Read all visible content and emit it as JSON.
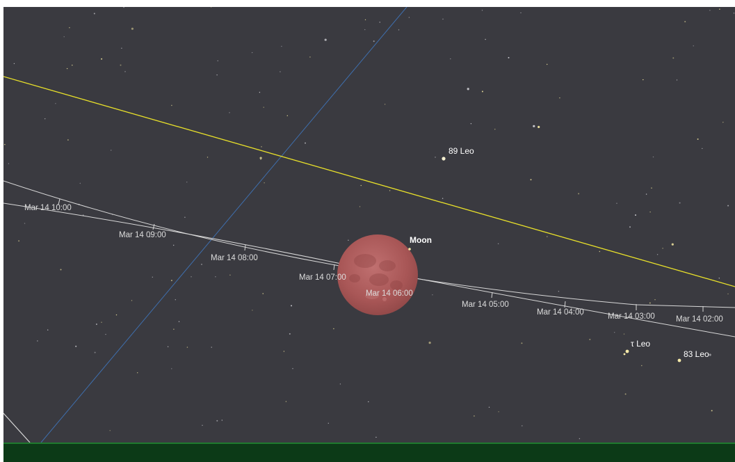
{
  "colors": {
    "sky": "#3a3a40",
    "ecliptic": "#e8e02a",
    "equator": "#3f6fae",
    "path": "#d9d9d9",
    "moon": "#b05a5a",
    "ground": "#0c3a17",
    "horizon": "#1f7a2e",
    "star": "#f5e9a8"
  },
  "moon": {
    "label": "Moon"
  },
  "stars": [
    {
      "label": "89 Leo"
    },
    {
      "label": "τ Leo"
    },
    {
      "label": "83 Leo"
    }
  ],
  "path_ticks": [
    {
      "label": "Mar 14 10:00"
    },
    {
      "label": "Mar 14 09:00"
    },
    {
      "label": "Mar 14 08:00"
    },
    {
      "label": "Mar 14 07:00"
    },
    {
      "label": "Mar 14 06:00"
    },
    {
      "label": "Mar 14 05:00"
    },
    {
      "label": "Mar 14 04:00"
    },
    {
      "label": "Mar 14 03:00"
    },
    {
      "label": "Mar 14 02:00"
    }
  ]
}
